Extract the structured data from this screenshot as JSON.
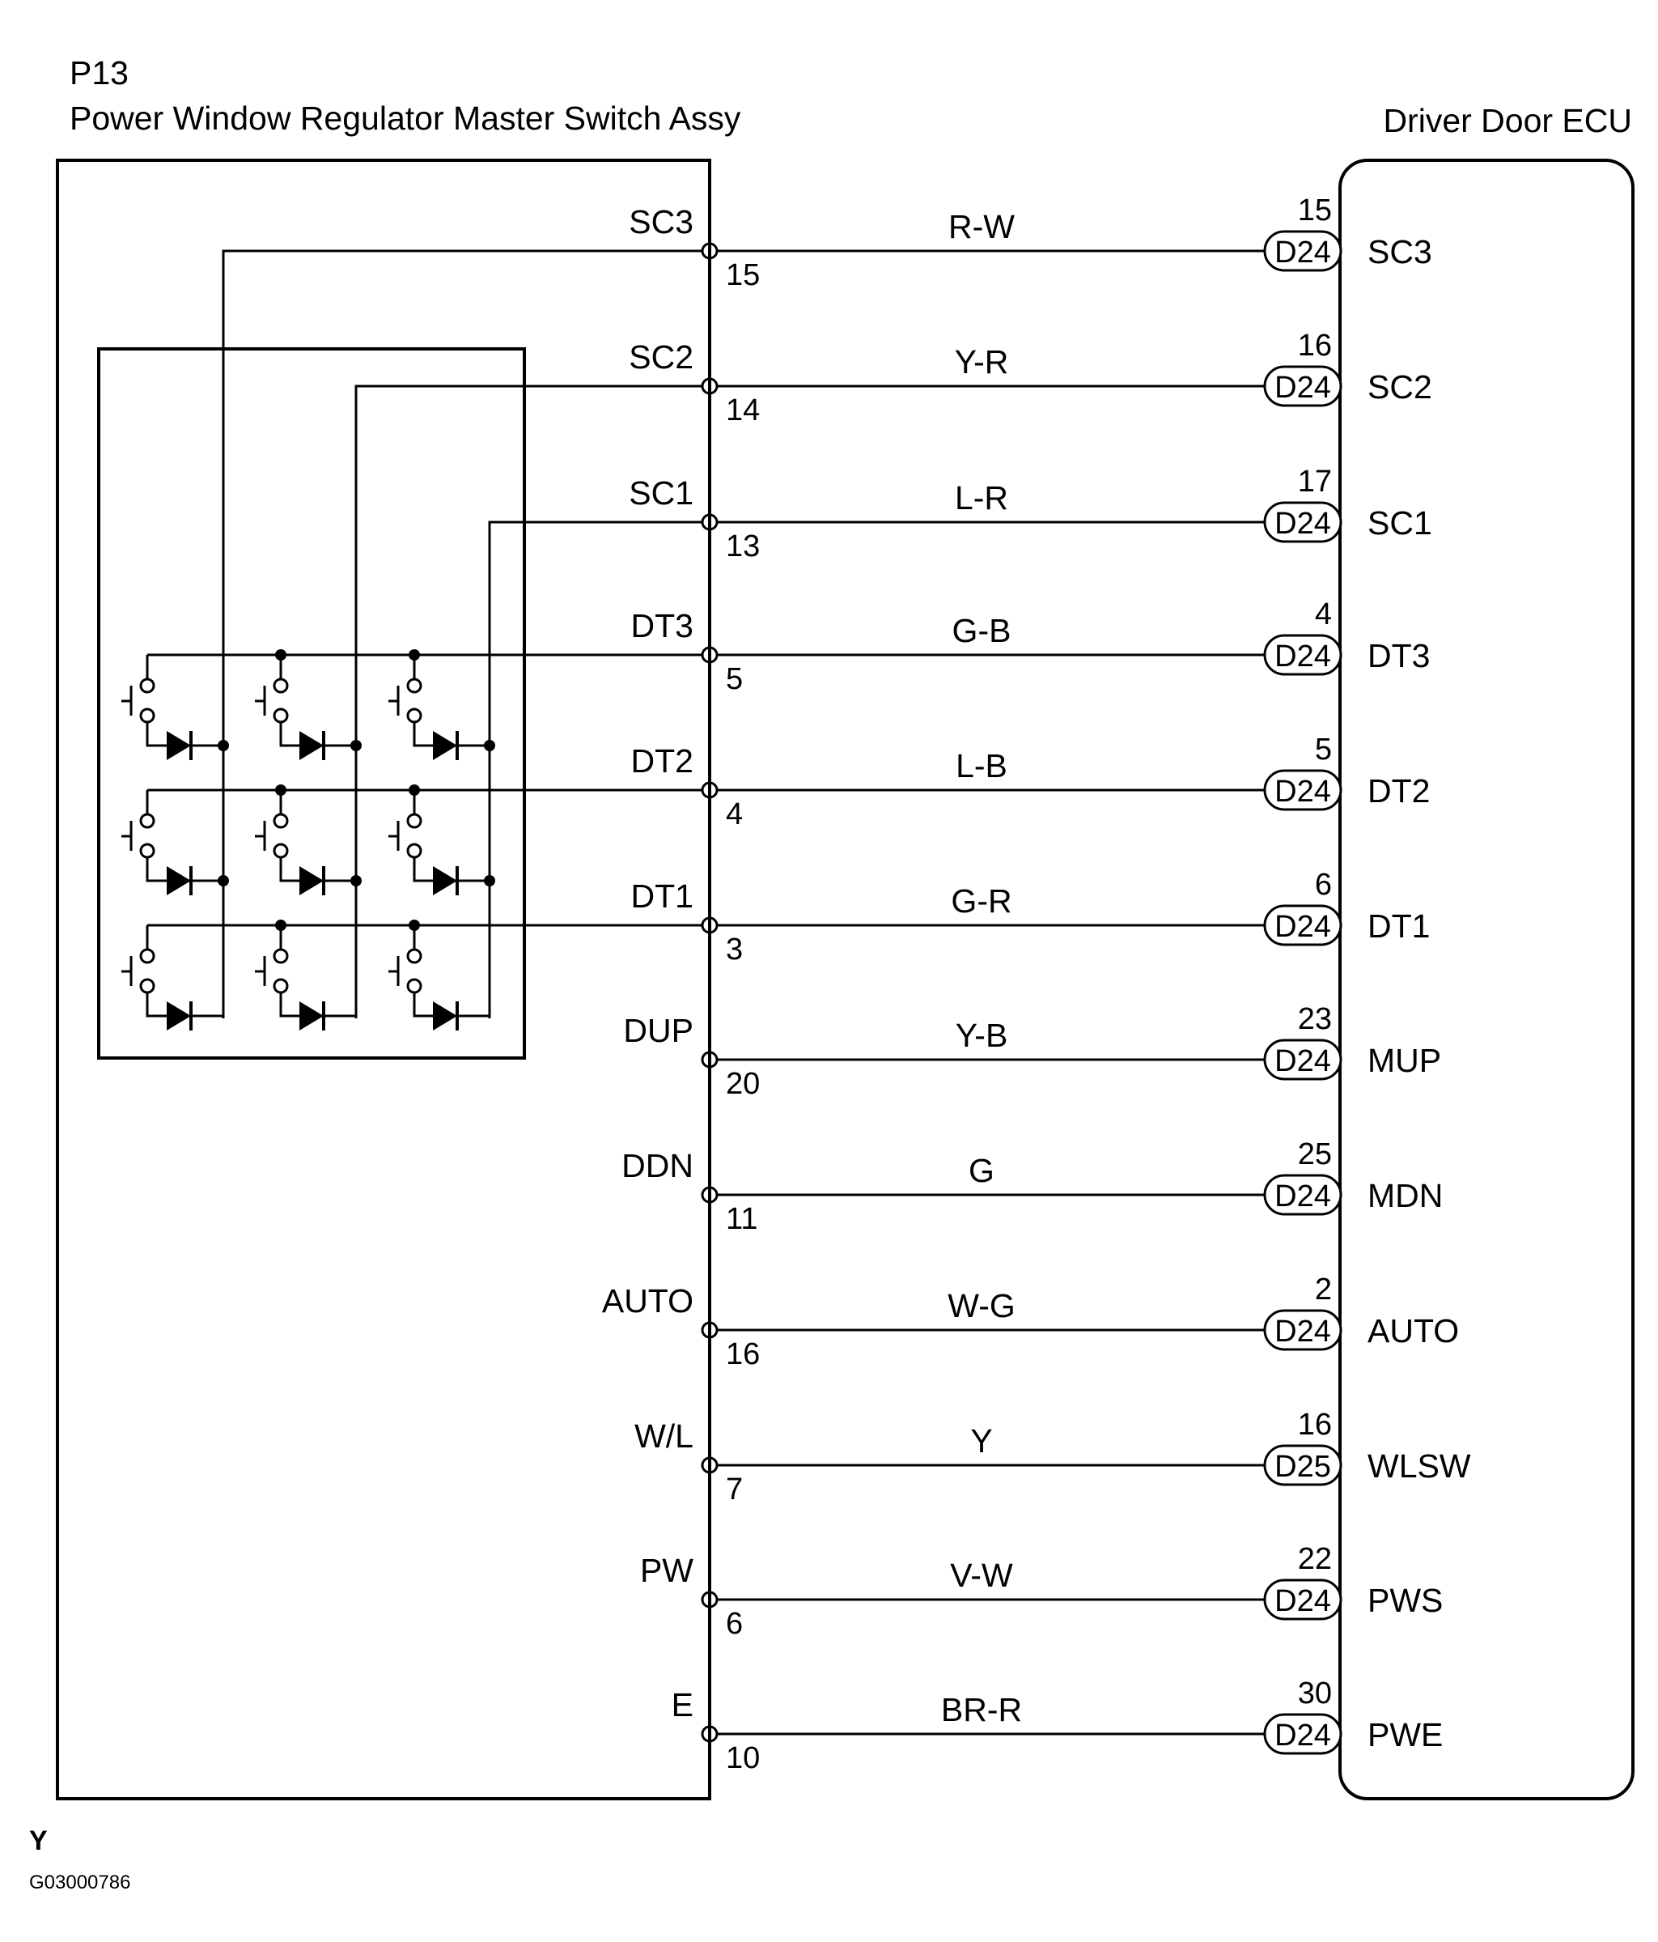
{
  "left_component": {
    "id": "P13",
    "name": "Power Window Regulator Master Switch Assy"
  },
  "right_component": {
    "name": "Driver Door ECU"
  },
  "wires": [
    {
      "left_terminal": "SC3",
      "left_pin": "15",
      "color": "R-W",
      "ecu_pin": "15",
      "connector": "D24",
      "ecu_terminal": "SC3"
    },
    {
      "left_terminal": "SC2",
      "left_pin": "14",
      "color": "Y-R",
      "ecu_pin": "16",
      "connector": "D24",
      "ecu_terminal": "SC2"
    },
    {
      "left_terminal": "SC1",
      "left_pin": "13",
      "color": "L-R",
      "ecu_pin": "17",
      "connector": "D24",
      "ecu_terminal": "SC1"
    },
    {
      "left_terminal": "DT3",
      "left_pin": "5",
      "color": "G-B",
      "ecu_pin": "4",
      "connector": "D24",
      "ecu_terminal": "DT3"
    },
    {
      "left_terminal": "DT2",
      "left_pin": "4",
      "color": "L-B",
      "ecu_pin": "5",
      "connector": "D24",
      "ecu_terminal": "DT2"
    },
    {
      "left_terminal": "DT1",
      "left_pin": "3",
      "color": "G-R",
      "ecu_pin": "6",
      "connector": "D24",
      "ecu_terminal": "DT1"
    },
    {
      "left_terminal": "DUP",
      "left_pin": "20",
      "color": "Y-B",
      "ecu_pin": "23",
      "connector": "D24",
      "ecu_terminal": "MUP"
    },
    {
      "left_terminal": "DDN",
      "left_pin": "11",
      "color": "G",
      "ecu_pin": "25",
      "connector": "D24",
      "ecu_terminal": "MDN"
    },
    {
      "left_terminal": "AUTO",
      "left_pin": "16",
      "color": "W-G",
      "ecu_pin": "2",
      "connector": "D24",
      "ecu_terminal": "AUTO"
    },
    {
      "left_terminal": "W/L",
      "left_pin": "7",
      "color": "Y",
      "ecu_pin": "16",
      "connector": "D25",
      "ecu_terminal": "WLSW"
    },
    {
      "left_terminal": "PW",
      "left_pin": "6",
      "color": "V-W",
      "ecu_pin": "22",
      "connector": "D24",
      "ecu_terminal": "PWS"
    },
    {
      "left_terminal": "E",
      "left_pin": "10",
      "color": "BR-R",
      "ecu_pin": "30",
      "connector": "D24",
      "ecu_terminal": "PWE"
    }
  ],
  "footer": {
    "marker": "Y",
    "code": "G03000786"
  }
}
